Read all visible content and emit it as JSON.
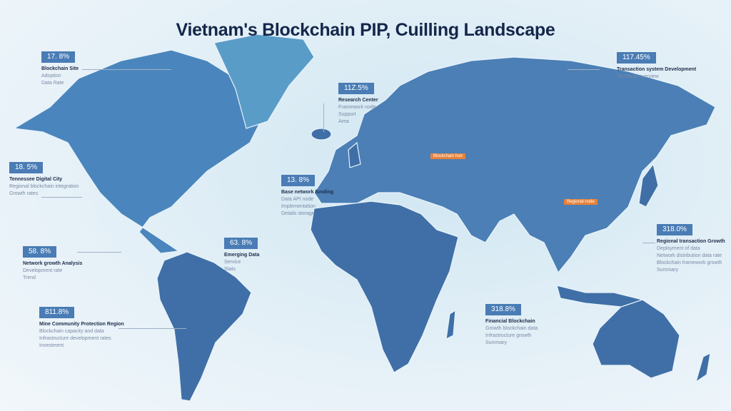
{
  "title": "Vietnam's Blockchain PIP, Cuilling Landscape",
  "colors": {
    "land": "#3f6fa6",
    "land_light": "#5a9cc8",
    "badge": "#4a7cb5",
    "tag": "#e8823a"
  },
  "callouts": [
    {
      "value": "17. 8%",
      "lines": [
        "Blockchain Site",
        "Adoption",
        "Data Rate"
      ]
    },
    {
      "value": "18. 5%",
      "lines": [
        "Tennessee Digital City",
        "Regional blockchain integration",
        "Growth rates"
      ]
    },
    {
      "value": "11Z.5%",
      "lines": [
        "Research Center",
        "Framework node",
        "Support",
        "Area"
      ]
    },
    {
      "value": "13. 8%",
      "lines": [
        "Base network funding",
        "Data API node",
        "Implementation",
        "Details storage"
      ]
    },
    {
      "value": "58. 8%",
      "lines": [
        "Network growth Analysis",
        "Development rate",
        "Trend"
      ]
    },
    {
      "value": "63. 8%",
      "lines": [
        "Emerging Data",
        "Service",
        "Stats"
      ]
    },
    {
      "value": "811.8%",
      "lines": [
        "Mine Community Protection Region",
        "Blockchain capacity and data",
        "Infrastructure development rates",
        "Investment"
      ]
    },
    {
      "value": "117.45%",
      "lines": [
        "Transaction system Development",
        "Technical overview"
      ]
    },
    {
      "value": "318.0%",
      "lines": [
        "Regional transaction Growth",
        "Deployment of data",
        "Network distribution data rate",
        "Blockchain framework growth",
        "Summary"
      ]
    },
    {
      "value": "318.8%",
      "lines": [
        "Financial Blockchain",
        "Growth blockchain data",
        "Infrastructure growth",
        "Summary"
      ]
    }
  ],
  "tags": [
    "Blockchain hub",
    "Regional node"
  ]
}
